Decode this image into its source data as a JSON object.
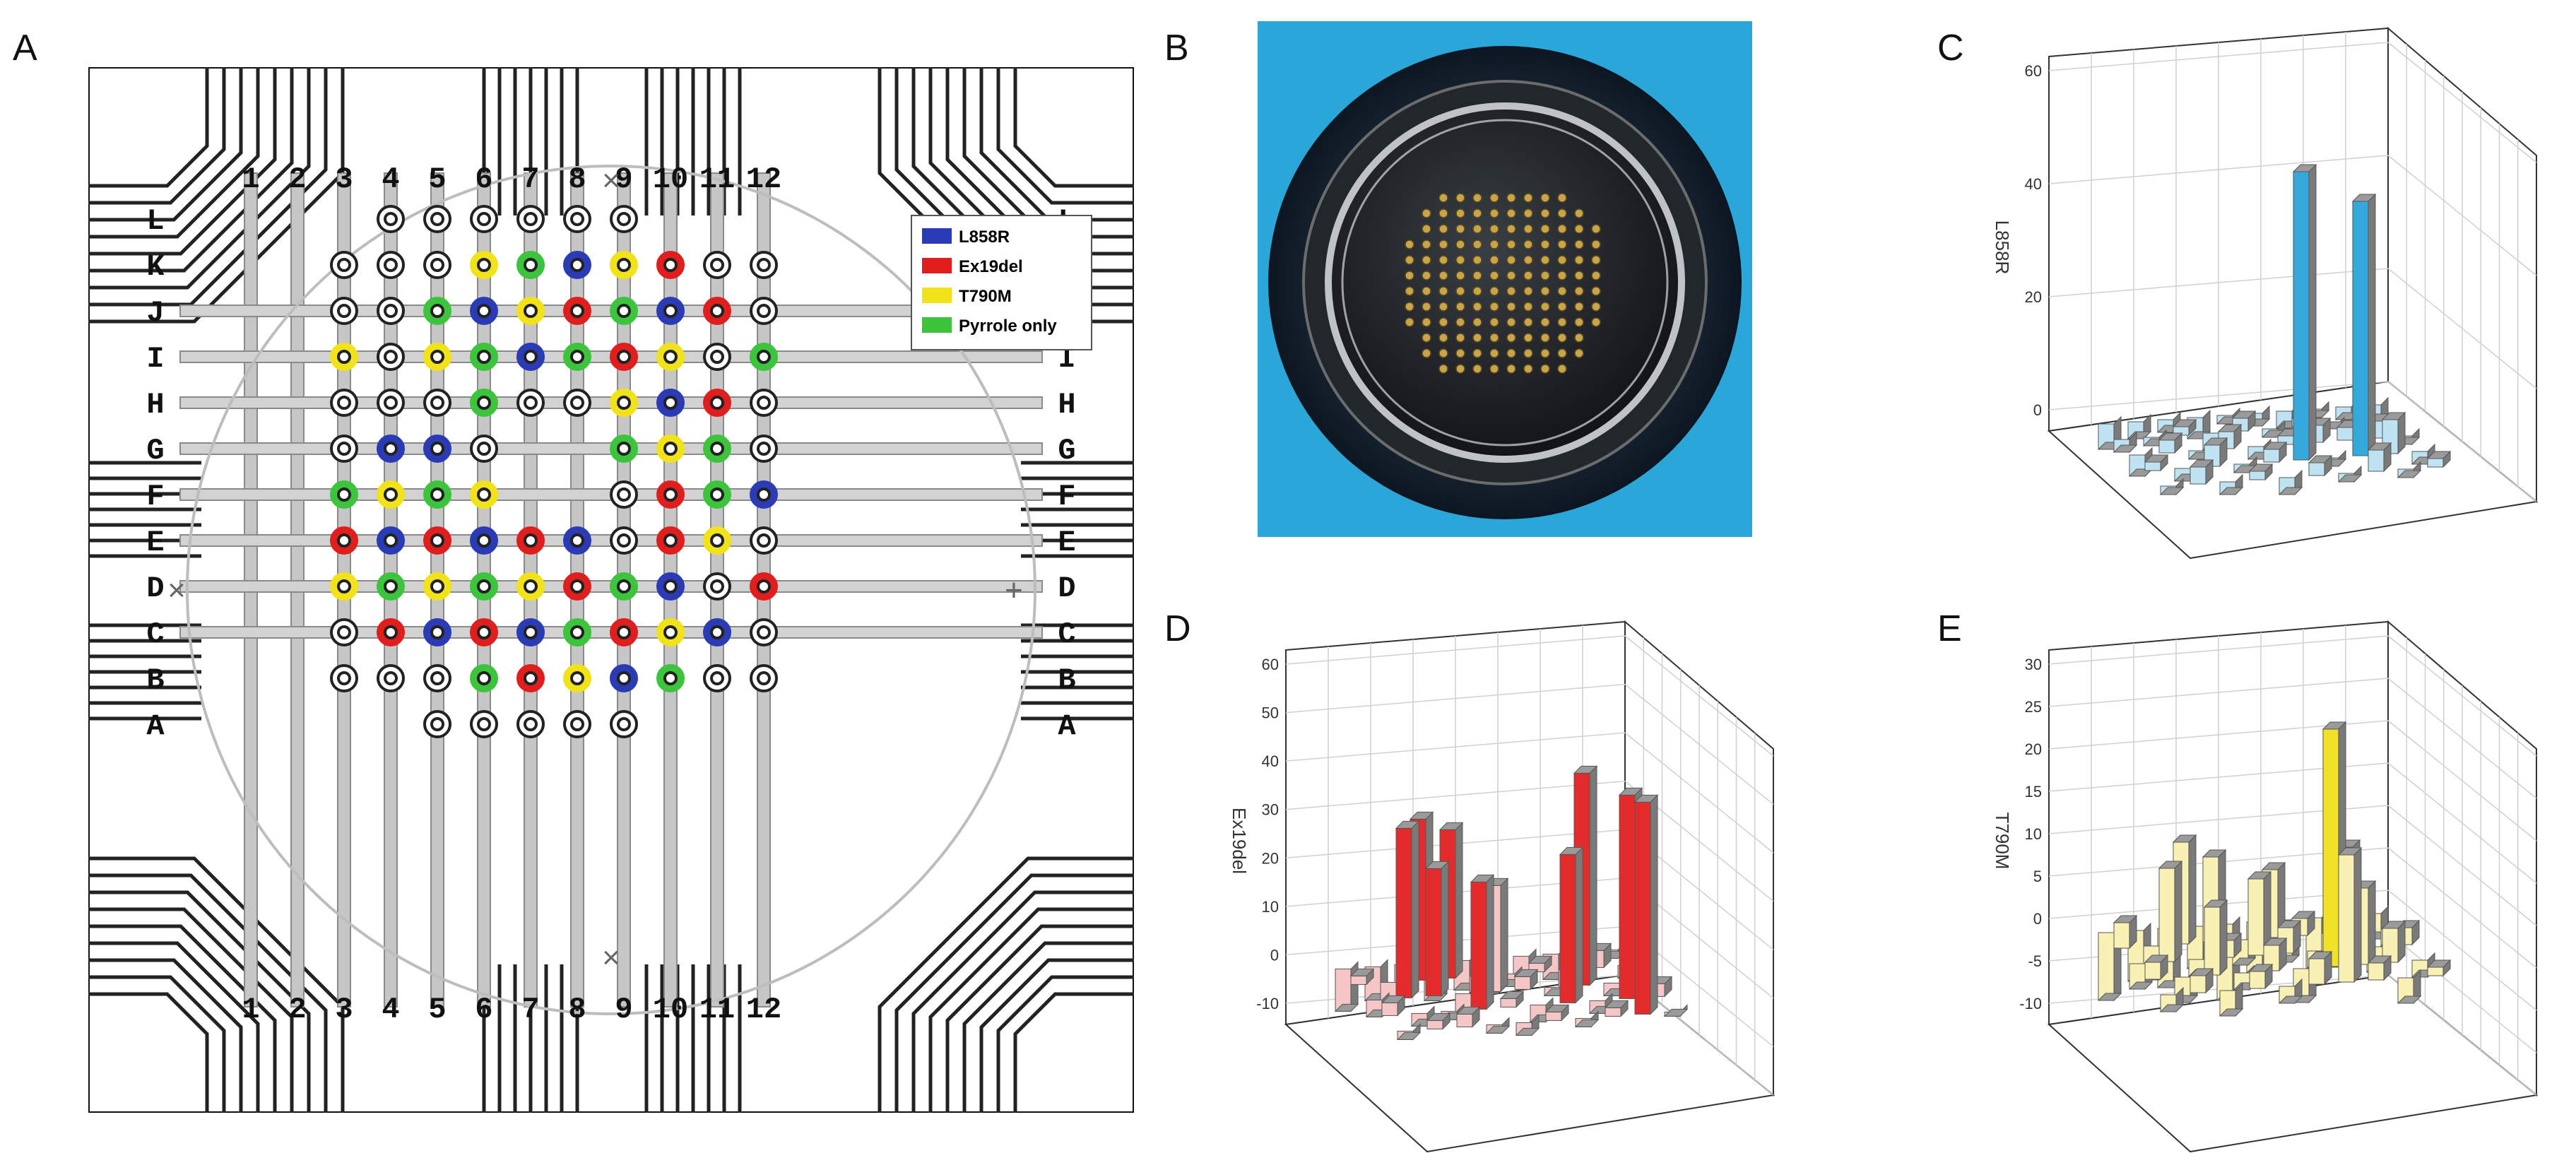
{
  "panels": {
    "A": {
      "label": "A",
      "columns": [
        "1",
        "2",
        "3",
        "4",
        "5",
        "6",
        "7",
        "8",
        "9",
        "10",
        "11",
        "12"
      ],
      "rows": [
        "L",
        "K",
        "J",
        "I",
        "H",
        "G",
        "F",
        "E",
        "D",
        "C",
        "B",
        "A"
      ],
      "legend": [
        {
          "label": "L858R",
          "color": "#2b3bb5"
        },
        {
          "label": "Ex19del",
          "color": "#e01e1e"
        },
        {
          "label": "T790M",
          "color": "#f2e21a"
        },
        {
          "label": "Pyrrole only",
          "color": "#3cc43c"
        }
      ],
      "marks": {
        "cross_top": "×",
        "cross_bottom": "×",
        "cross_left": "×",
        "plus_right": "+"
      },
      "electrodes": {
        "L": [
          "",
          "",
          "",
          "k",
          "k",
          "k",
          "k",
          "k",
          "k",
          "",
          "",
          ""
        ],
        "K": [
          "",
          "",
          "k",
          "k",
          "k",
          "y",
          "g",
          "b",
          "y",
          "r",
          "k",
          "k"
        ],
        "J": [
          "",
          "",
          "k",
          "k",
          "g",
          "b",
          "y",
          "r",
          "g",
          "b",
          "r",
          "k"
        ],
        "I": [
          "",
          "",
          "y",
          "k",
          "y",
          "g",
          "b",
          "g",
          "r",
          "y",
          "k",
          "g"
        ],
        "H": [
          "",
          "",
          "k",
          "k",
          "k",
          "g",
          "k",
          "k",
          "y",
          "b",
          "r",
          "k"
        ],
        "G": [
          "",
          "",
          "k",
          "b",
          "b",
          "k",
          "",
          "",
          "g",
          "y",
          "g",
          "k"
        ],
        "F": [
          "",
          "",
          "g",
          "y",
          "g",
          "y",
          "",
          "",
          "k",
          "r",
          "g",
          "b"
        ],
        "E": [
          "",
          "",
          "r",
          "b",
          "r",
          "b",
          "r",
          "b",
          "k",
          "r",
          "y",
          "k"
        ],
        "D": [
          "",
          "",
          "y",
          "g",
          "y",
          "g",
          "y",
          "r",
          "g",
          "b",
          "k",
          "r"
        ],
        "C": [
          "",
          "",
          "k",
          "r",
          "b",
          "r",
          "b",
          "g",
          "r",
          "y",
          "b",
          "k"
        ],
        "B": [
          "",
          "",
          "k",
          "k",
          "k",
          "g",
          "r",
          "y",
          "b",
          "g",
          "k",
          "k"
        ],
        "A": [
          "",
          "",
          "",
          "",
          "k",
          "k",
          "k",
          "k",
          "k",
          "",
          "",
          ""
        ]
      }
    },
    "B": {
      "label": "B"
    },
    "C": {
      "label": "C",
      "ylabel": "L858R",
      "yticks": [
        "0",
        "20",
        "40",
        "60"
      ],
      "color": "#35a9dc",
      "light": "#bfe3f3"
    },
    "D": {
      "label": "D",
      "ylabel": "Ex19del",
      "yticks": [
        "-10",
        "0",
        "10",
        "20",
        "30",
        "40",
        "50",
        "60"
      ],
      "color": "#e32b2b",
      "light": "#f6c6c6"
    },
    "E": {
      "label": "E",
      "ylabel": "T790M",
      "yticks": [
        "-10",
        "-5",
        "0",
        "5",
        "10",
        "15",
        "20",
        "25",
        "30"
      ],
      "color": "#f1e227",
      "light": "#f8f1b3"
    }
  }
}
